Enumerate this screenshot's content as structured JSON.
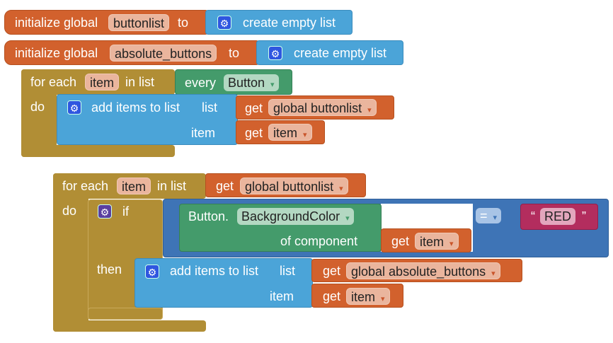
{
  "init1": {
    "label": "initialize global",
    "var": "buttonlist",
    "to": "to",
    "value": "create empty list"
  },
  "init2": {
    "label": "initialize global",
    "var": "absolute_buttons",
    "to": "to",
    "value": "create empty list"
  },
  "loop1": {
    "for_each": "for each",
    "var": "item",
    "in_list": "in list",
    "do": "do",
    "every": "every",
    "component": "Button",
    "add": {
      "label": "add items to list",
      "list": "list",
      "item": "item",
      "get": "get",
      "list_value": "global buttonlist",
      "item_value": "item"
    }
  },
  "loop2": {
    "for_each": "for each",
    "var": "item",
    "in_list": "in list",
    "get": "get",
    "list_value": "global buttonlist",
    "do": "do",
    "if": {
      "if": "if",
      "then": "then",
      "component": "Button.",
      "property": "BackgroundColor",
      "of_component": "of component",
      "get": "get",
      "item_value": "item",
      "op": "=",
      "open_quote": "“",
      "text": "RED",
      "close_quote": "”"
    },
    "add": {
      "label": "add items to list",
      "list": "list",
      "item": "item",
      "get": "get",
      "list_value": "global absolute_buttons",
      "item_value": "item"
    }
  },
  "dropdown_arrow": "▾",
  "gear_icon": "⚙"
}
